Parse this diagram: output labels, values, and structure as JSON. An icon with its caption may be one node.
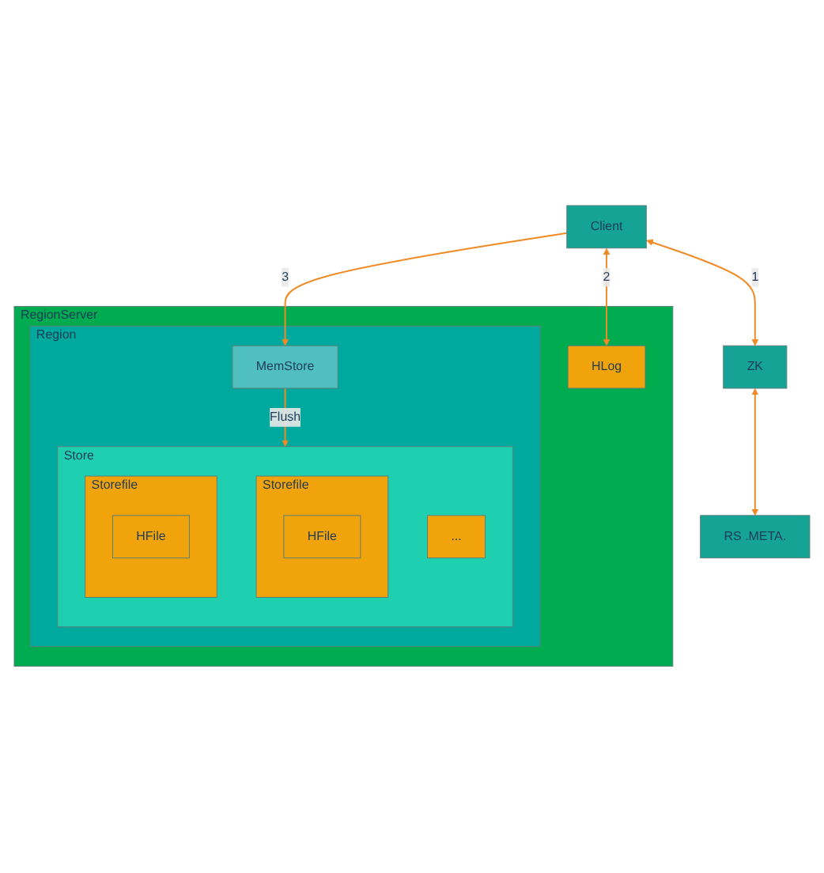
{
  "diagram": {
    "nodes": [
      {
        "text": [
          "Client"
        ]
      },
      {
        "text": [
          "ZK"
        ]
      },
      {
        "text": [
          "RS .META."
        ]
      },
      {
        "text": [
          "RegionServer"
        ]
      },
      {
        "text": [
          "HLog"
        ],
        "in": 3
      },
      {
        "text": [
          "Region"
        ],
        "in": 3
      },
      {
        "text": [
          "MemStore"
        ],
        "in": 5
      },
      {
        "text": [
          "Store"
        ],
        "in": 5
      },
      {
        "text": [
          "Storefile"
        ],
        "in": 7
      },
      {
        "text": [
          "HFile"
        ],
        "in": 8
      },
      {
        "text": [
          "Storefile"
        ],
        "in": 7
      },
      {
        "text": [
          "HFile"
        ],
        "in": 10
      },
      {
        "text": [
          "..."
        ],
        "in": 7
      }
    ],
    "edges": [
      {
        "from": 0,
        "to": 1,
        "arrow": "both",
        "label": "1"
      },
      {
        "from": 1,
        "to": 2,
        "arrow": "both"
      },
      {
        "from": 0,
        "to": 4,
        "arrow": "both",
        "label": "2"
      },
      {
        "from": 0,
        "to": 6,
        "arrow": "to",
        "label": "3"
      },
      {
        "from": 6,
        "to": 7,
        "arrow": "to",
        "label": "Flush"
      }
    ]
  }
}
